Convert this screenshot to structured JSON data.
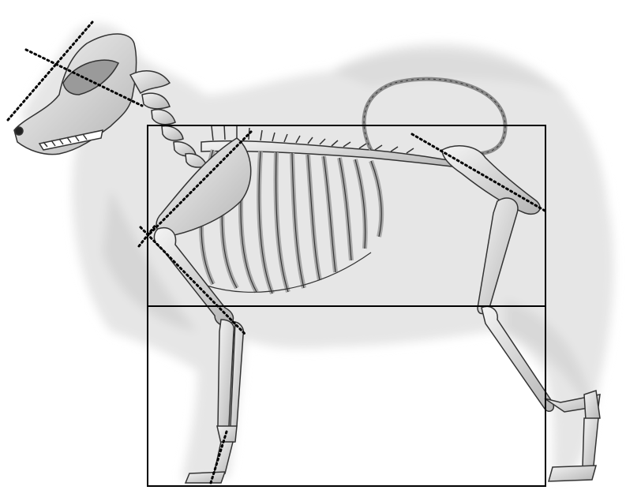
{
  "figure": {
    "subject": "dog-skeleton-illustration",
    "colors": {
      "background": "#ffffff",
      "fur": "#e9e9e9",
      "fur_shadow": "#d2d2d2",
      "bone": "#e6e6e6",
      "bone_outline": "#333333",
      "bone_shade": "#9a9a9a",
      "guide_line": "#000000"
    },
    "guides": {
      "rectangles": [
        "body-upper-rectangle",
        "body-lower-rectangle"
      ],
      "dotted_axes": [
        "head-axis",
        "skull-vertical-axis",
        "shoulder-blade-axis",
        "upper-arm-axis",
        "pelvis-axis",
        "foreleg-pastern-axis"
      ]
    }
  }
}
